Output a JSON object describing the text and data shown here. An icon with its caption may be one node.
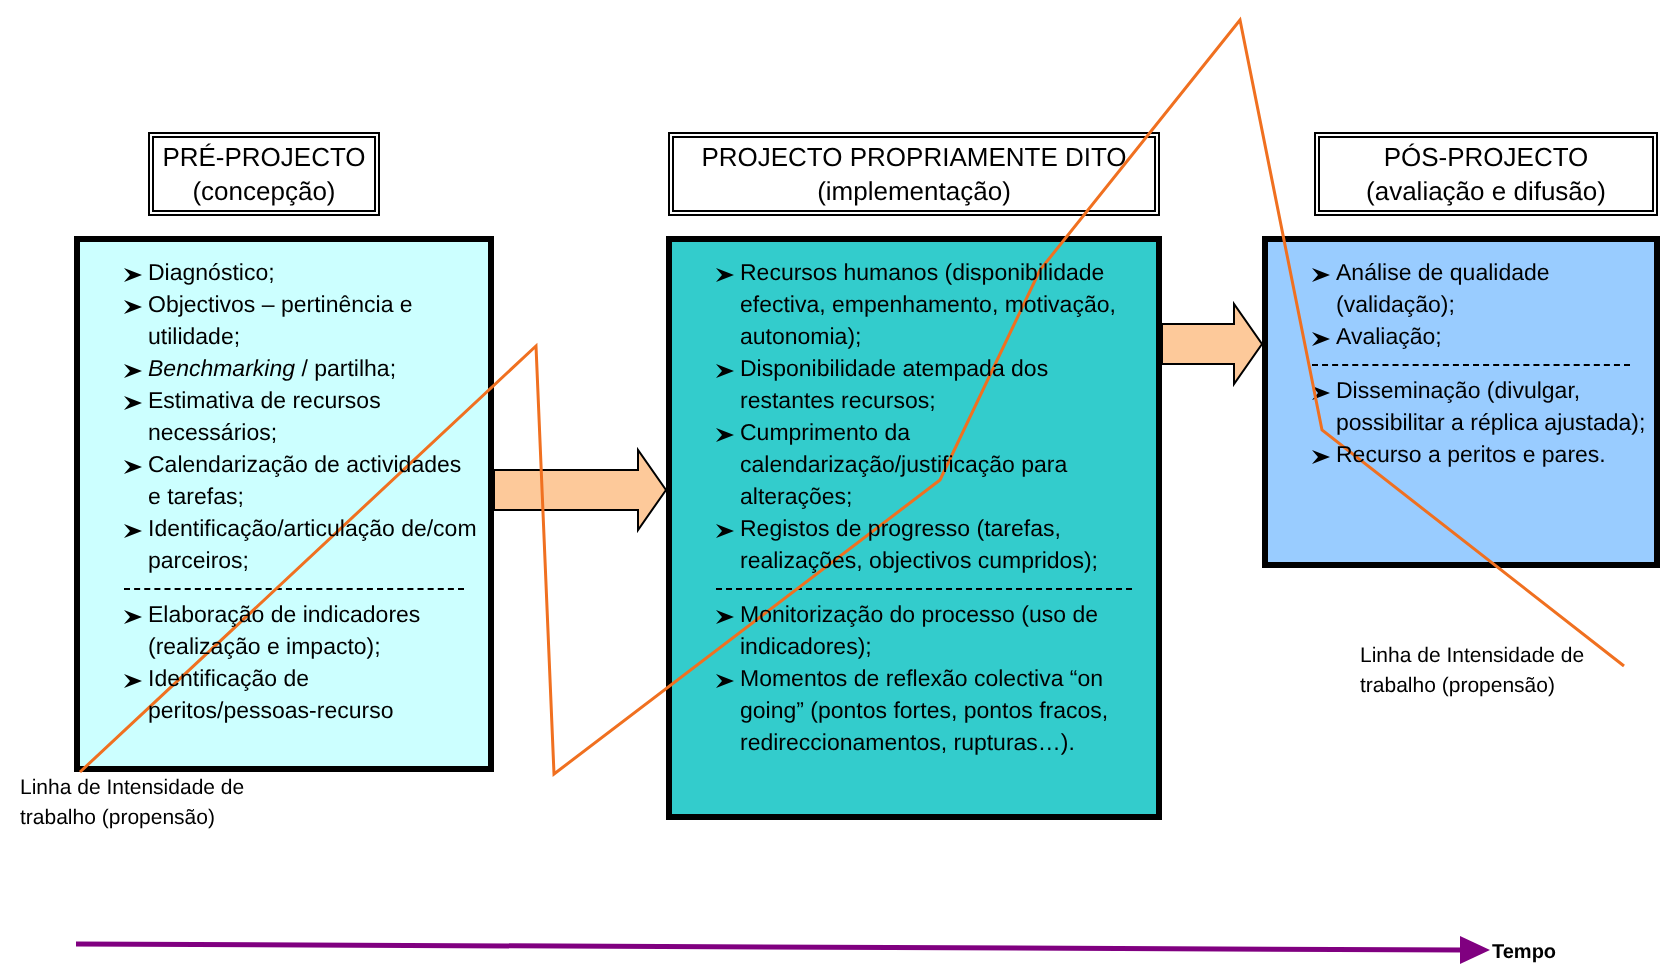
{
  "diagram": {
    "nodes": [
      {
        "text": [
          "PRÉ-PROJECTO",
          "(concepção)"
        ]
      },
      {
        "text": [
          "Diagnóstico;",
          "Objectivos – pertinência e utilidade;",
          "*Benchmarking* / partilha;",
          "Estimativa de recursos necessários;",
          "Calendarização de actividades e tarefas;",
          "Identificação/articulação de/com parceiros;",
          "Elaboração de indicadores (realização e impacto);",
          "Identificação de peritos/pessoas-recurso"
        ]
      },
      {
        "text": [
          "PROJECTO PROPRIAMENTE DITO",
          "(implementação)"
        ]
      },
      {
        "text": [
          "Recursos humanos (disponibilidade efectiva, empenhamento, motivação, autonomia);",
          "Disponibilidade atempada dos restantes recursos;",
          "Cumprimento da calendarização/justificação para alterações;",
          "Registos de progresso (tarefas, realizações, objectivos cumpridos);",
          "Monitorização do processo (uso de indicadores);",
          "Momentos de reflexão colectiva “on going” (pontos fortes, pontos fracos, redireccionamentos, rupturas…)."
        ]
      },
      {
        "text": [
          "PÓS-PROJECTO",
          "(avaliação e difusão)"
        ]
      },
      {
        "text": [
          "Análise de qualidade (validação);",
          "Avaliação;",
          "Disseminação (divulgar, possibilitar a réplica ajustada);",
          "Recurso a peritos e pares."
        ]
      }
    ],
    "edges": [
      {
        "from": 1,
        "to": 3,
        "arrow": "to",
        "style": "thick",
        "color": "#fdc99a"
      },
      {
        "from": 3,
        "to": 5,
        "arrow": "to",
        "style": "thick",
        "color": "#fdc99a"
      }
    ],
    "labels": [
      "Linha de Intensidade de trabalho (propensão)",
      "Linha de Intensidade de trabalho (propensão)",
      "Tempo"
    ]
  }
}
